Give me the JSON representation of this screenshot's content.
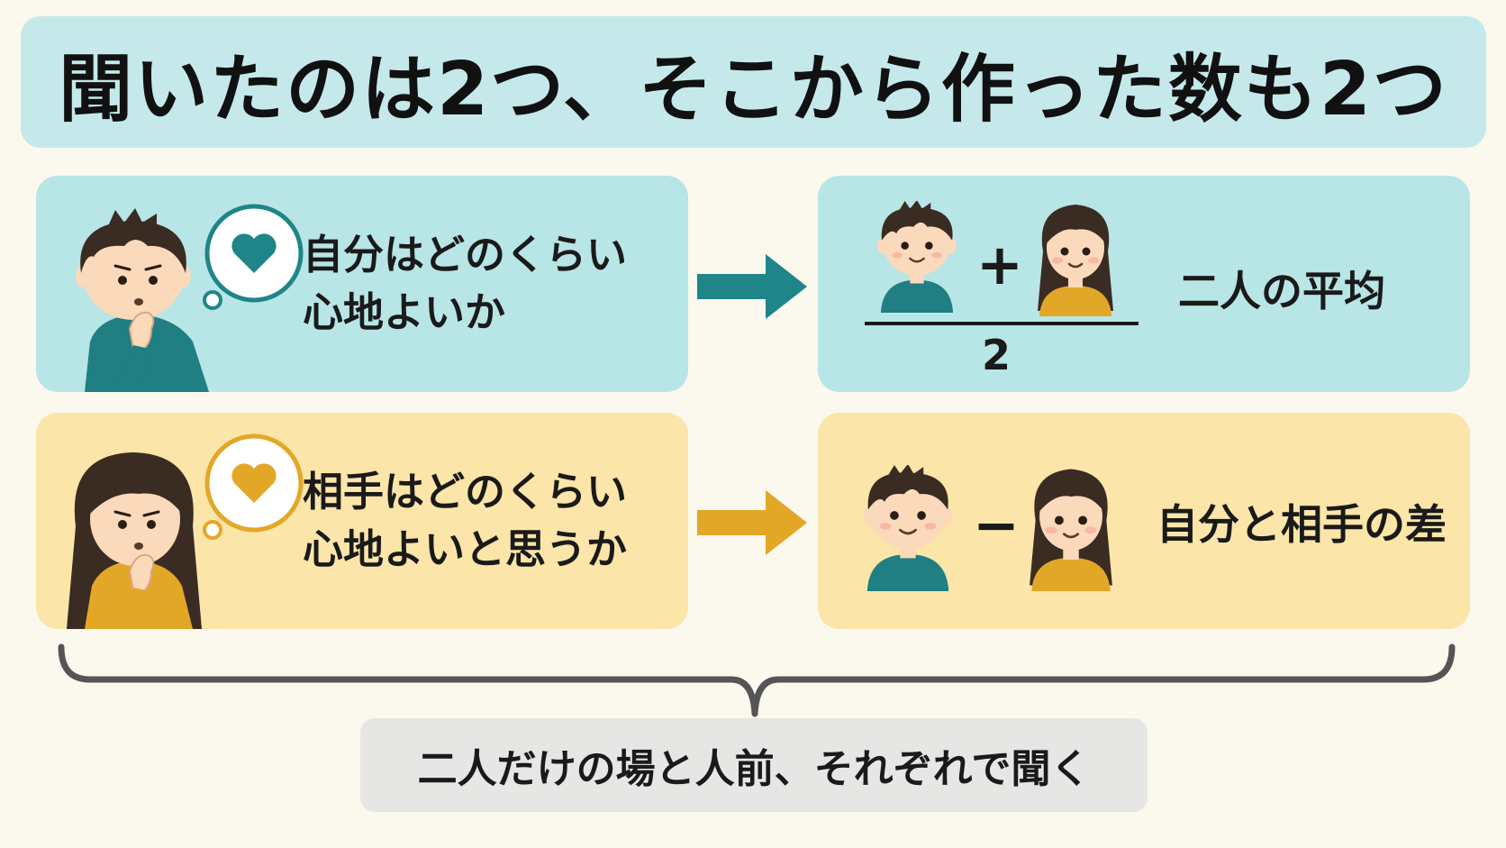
{
  "title": "聞いたのは2つ、そこから作った数も2つ",
  "rows": [
    {
      "question_line1": "自分はどのくらい",
      "question_line2": "心地よいか",
      "operator": "+",
      "denominator": "2",
      "result_label": "二人の平均",
      "accent": "#1f8588",
      "card_color": "#b8e5e6"
    },
    {
      "question_line1": "相手はどのくらい",
      "question_line2": "心地よいと思うか",
      "operator": "−",
      "result_label": "自分と相手の差",
      "accent": "#e3a728",
      "card_color": "#fbe5a8"
    }
  ],
  "footer": "二人だけの場と人前、それぞれで聞く",
  "colors": {
    "background": "#fbf8ee",
    "title_bar": "#c5e9ea",
    "footer_box": "#e6e6e4",
    "bracket": "#555555",
    "boy_shirt": "#1f7f82",
    "girl_shirt": "#e3a728",
    "hair": "#3a2c22",
    "skin": "#fbd9bb"
  }
}
